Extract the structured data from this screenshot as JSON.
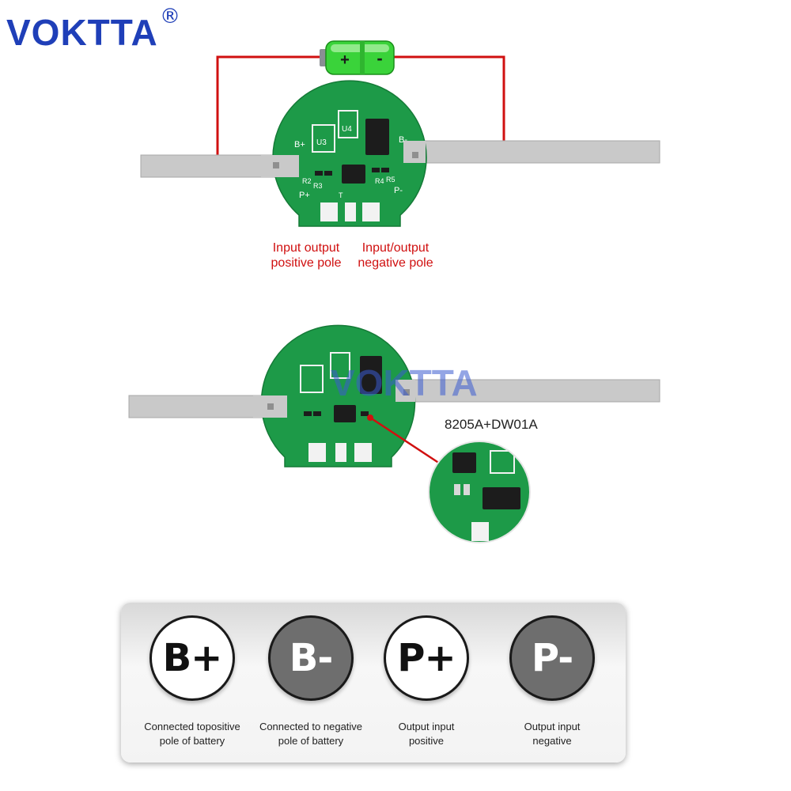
{
  "brand": {
    "name": "VOKTTA",
    "registered": "®"
  },
  "top_board": {
    "silkscreen": {
      "b_plus": "B+",
      "b_minus": "B-",
      "p_plus": "P+",
      "p_minus": "P-",
      "u3": "U3",
      "u4": "U4",
      "r2": "R2",
      "r3": "R3",
      "r4": "R4",
      "r5": "R5",
      "t": "T"
    }
  },
  "battery_symbol": {
    "plus": "+",
    "minus": "-"
  },
  "pole_labels": {
    "positive_line1": "Input output",
    "positive_line2": "positive pole",
    "negative_line1": "Input/output",
    "negative_line2": "negative pole"
  },
  "bottom_board": {
    "watermark": "VOKTTA",
    "chip_label": "8205A+DW01A"
  },
  "legend": [
    {
      "symbol": "B+",
      "style": "light",
      "desc_line1": "Connected topositive",
      "desc_line2": "pole of battery"
    },
    {
      "symbol": "B-",
      "style": "dark",
      "desc_line1": "Connected to negative",
      "desc_line2": "pole of battery"
    },
    {
      "symbol": "P+",
      "style": "light",
      "desc_line1": "Output input",
      "desc_line2": "positive"
    },
    {
      "symbol": "P-",
      "style": "dark",
      "desc_line1": "Output input",
      "desc_line2": "negative"
    }
  ],
  "colors": {
    "brand": "#1f3fb8",
    "pcb": "#1d9a48",
    "wire": "#d01010",
    "label": "#d01010",
    "strip": "#c9c9c9",
    "battery": "#3ad33a"
  }
}
